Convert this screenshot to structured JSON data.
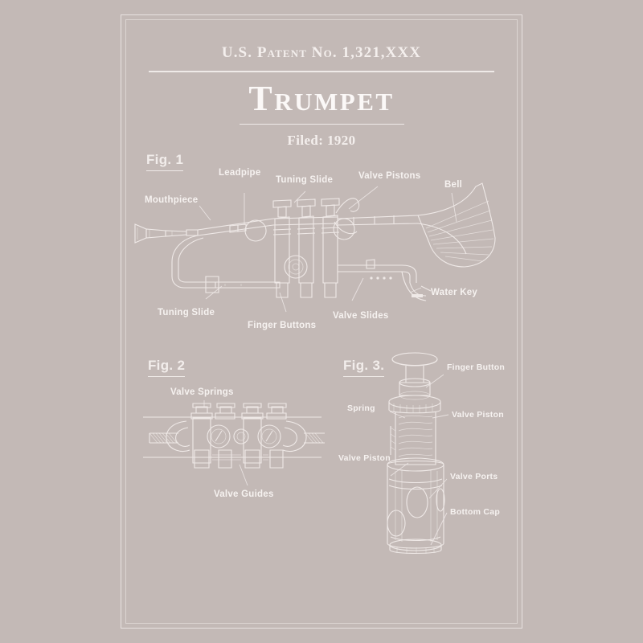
{
  "poster": {
    "background_color": "#c3b9b6",
    "ink_color": "#f2edeb"
  },
  "header": {
    "patent_number": "U.S. Patent No. 1,321,XXX",
    "title": "Trumpet",
    "filed": "Filed: 1920"
  },
  "figures": [
    {
      "caption": "Fig. 1",
      "labels": [
        "Mouthpiece",
        "Leadpipe",
        "Tuning Slide",
        "Valve Pistons",
        "Bell",
        "Tuning Slide",
        "Finger Buttons",
        "Valve Slides",
        "Water Key"
      ]
    },
    {
      "caption": "Fig. 2",
      "labels": [
        "Valve Springs",
        "Valve Guides"
      ]
    },
    {
      "caption": "Fig. 3.",
      "labels": [
        "Finger Button",
        "Spring",
        "Valve Piston",
        "Valve Piston",
        "Valve Ports",
        "Bottom Cap"
      ]
    }
  ],
  "fig1": {
    "caption": "Fig. 1",
    "label_mouthpiece": "Mouthpiece",
    "label_leadpipe": "Leadpipe",
    "label_tuning_slide_top": "Tuning Slide",
    "label_valve_pistons": "Valve Pistons",
    "label_bell": "Bell",
    "label_tuning_slide_bottom": "Tuning Slide",
    "label_finger_buttons": "Finger Buttons",
    "label_valve_slides": "Valve Slides",
    "label_water_key": "Water Key"
  },
  "fig2": {
    "caption": "Fig. 2",
    "label_valve_springs": "Valve Springs",
    "label_valve_guides": "Valve Guides"
  },
  "fig3": {
    "caption": "Fig. 3.",
    "label_finger_button": "Finger Button",
    "label_spring": "Spring",
    "label_valve_piston_right": "Valve Piston",
    "label_valve_piston_left": "Valve Piston",
    "label_valve_ports": "Valve Ports",
    "label_bottom_cap": "Bottom Cap"
  }
}
